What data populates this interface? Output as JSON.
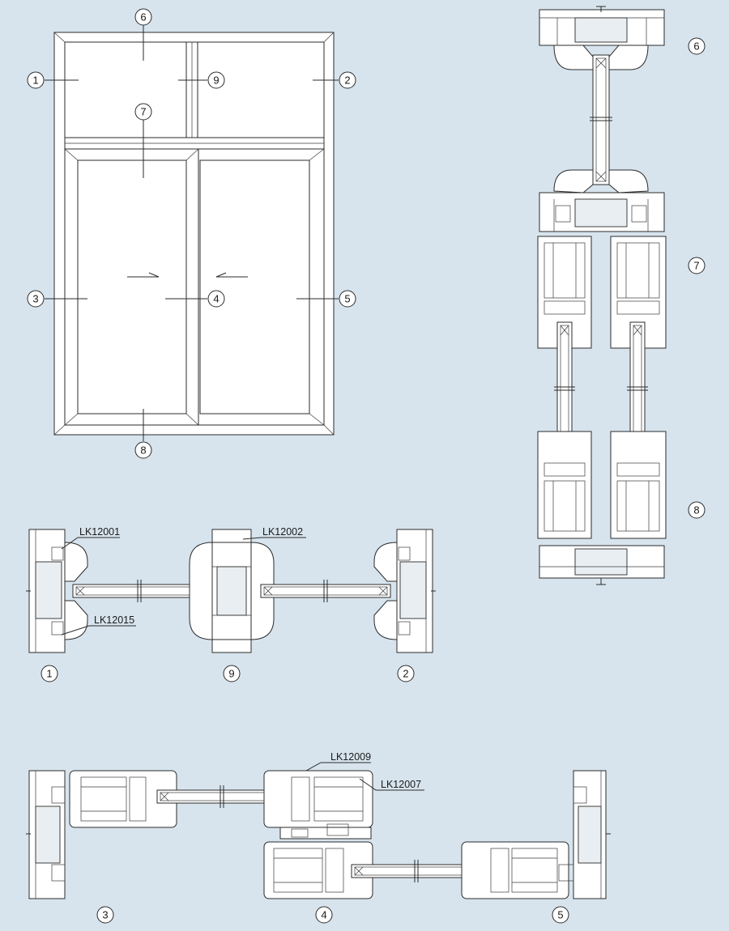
{
  "callouts": {
    "c1": "1",
    "c2": "2",
    "c3": "3",
    "c4": "4",
    "c5": "5",
    "c6": "6",
    "c7": "7",
    "c8": "8",
    "c9": "9"
  },
  "profiles": {
    "p1": "LK12001",
    "p2": "LK12002",
    "p3": "LK12015",
    "p4": "LK12009",
    "p5": "LK12007"
  },
  "colors": {
    "background": "#d7e4ee",
    "line": "#2b2b2b",
    "fill": "#ffffff"
  }
}
